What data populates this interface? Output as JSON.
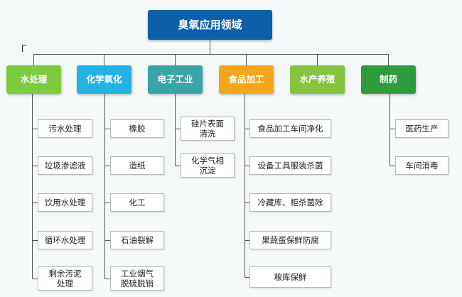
{
  "colors": {
    "root": "#0c5fa8",
    "water": "#7ccb3c",
    "chem": "#23b2e6",
    "elec": "#3aa5a5",
    "food": "#f7a51b",
    "aqua": "#86c440",
    "pharma": "#2e9b3c",
    "line": "#555555"
  },
  "root": {
    "label": "臭氧应用领域"
  },
  "categories": [
    {
      "id": "water",
      "label": "水处理",
      "color": "#7ccb3c",
      "items": [
        "污水处理",
        "垃圾渗滤液",
        "饮用水处理",
        "循环水处理",
        "剩余污泥\n处理"
      ]
    },
    {
      "id": "chem",
      "label": "化学氧化",
      "color": "#23b2e6",
      "items": [
        "橡胶",
        "造纸",
        "化工",
        "石油裂解",
        "工业烟气\n脱硫脱销"
      ]
    },
    {
      "id": "elec",
      "label": "电子工业",
      "color": "#3aa5a5",
      "items": [
        "硅片表面\n清洗",
        "化学气相\n沉淀"
      ]
    },
    {
      "id": "food",
      "label": "食品加工",
      "color": "#f7a51b",
      "items": [
        "食品加工车间净化",
        "设备工具服装杀菌",
        "冷藏库、柜杀菌除",
        "果蔬蛋保鲜防腐",
        "粮库保鲜"
      ]
    },
    {
      "id": "aqua",
      "label": "水产养殖",
      "color": "#86c440",
      "items": []
    },
    {
      "id": "pharma",
      "label": "制药",
      "color": "#2e9b3c",
      "items": [
        "医药生产",
        "车间消毒"
      ]
    }
  ]
}
